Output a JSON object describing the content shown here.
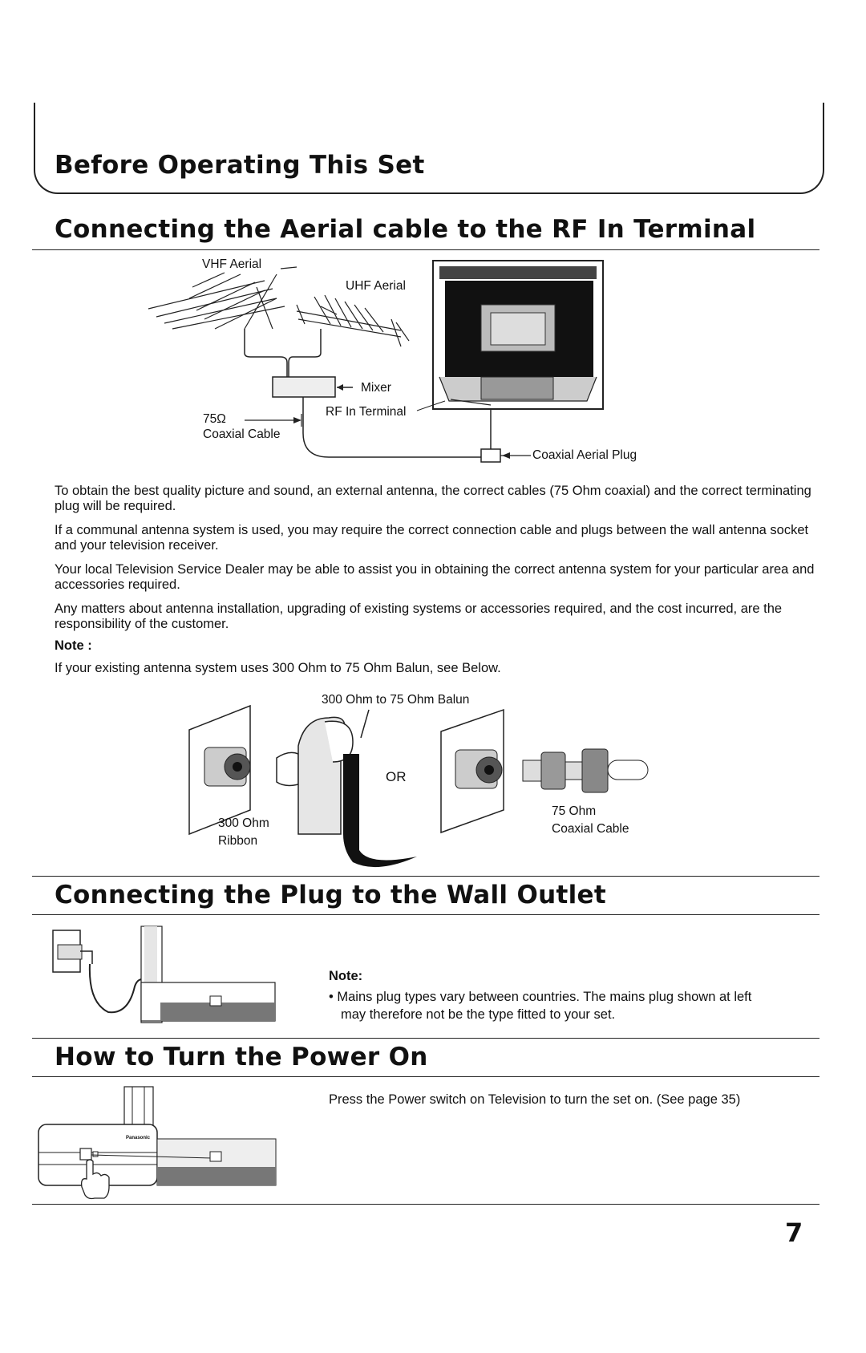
{
  "header": {
    "title": "Before Operating This Set"
  },
  "section_aerial": {
    "title": "Connecting the Aerial cable to the RF In Terminal",
    "labels": {
      "vhf": "VHF Aerial",
      "uhf": "UHF Aerial",
      "mixer": "Mixer",
      "rf_in": "RF In Terminal",
      "ohm": "75Ω",
      "coax": "Coaxial Cable",
      "plug": "Coaxial Aerial Plug"
    },
    "paragraphs": [
      "To obtain the best quality picture and sound, an external antenna, the correct cables (75 Ohm coaxial) and the correct terminating plug will be required.",
      "If a communal antenna system is used, you may require the correct connection cable and plugs between the wall antenna socket and your television receiver.",
      "Your local Television Service Dealer may be able to assist you in obtaining the correct antenna system for your particular area and accessories required.",
      "Any matters about antenna installation, upgrading of existing systems or accessories required, and the cost incurred, are the responsibility of the customer."
    ],
    "note_label": "Note :",
    "note_text": "If your existing antenna system uses 300 Ohm to 75 Ohm Balun, see Below.",
    "balun": {
      "balun_label": "300 Ohm to 75 Ohm Balun",
      "ribbon_line1": "300 Ohm",
      "ribbon_line2": "Ribbon",
      "or": "OR",
      "coax_line1": "75 Ohm",
      "coax_line2": "Coaxial Cable"
    }
  },
  "section_plug": {
    "title": "Connecting the Plug to the Wall Outlet",
    "note_label": "Note:",
    "note_line1": "• Mains plug types vary between countries. The mains plug shown at left",
    "note_line2": "may therefore not be the type fitted to your set."
  },
  "section_power": {
    "title": "How to Turn the Power On",
    "text": "Press the Power switch on Television to turn the set on. (See page 35)",
    "brand_small": "Panasonic"
  },
  "page_number": "7"
}
